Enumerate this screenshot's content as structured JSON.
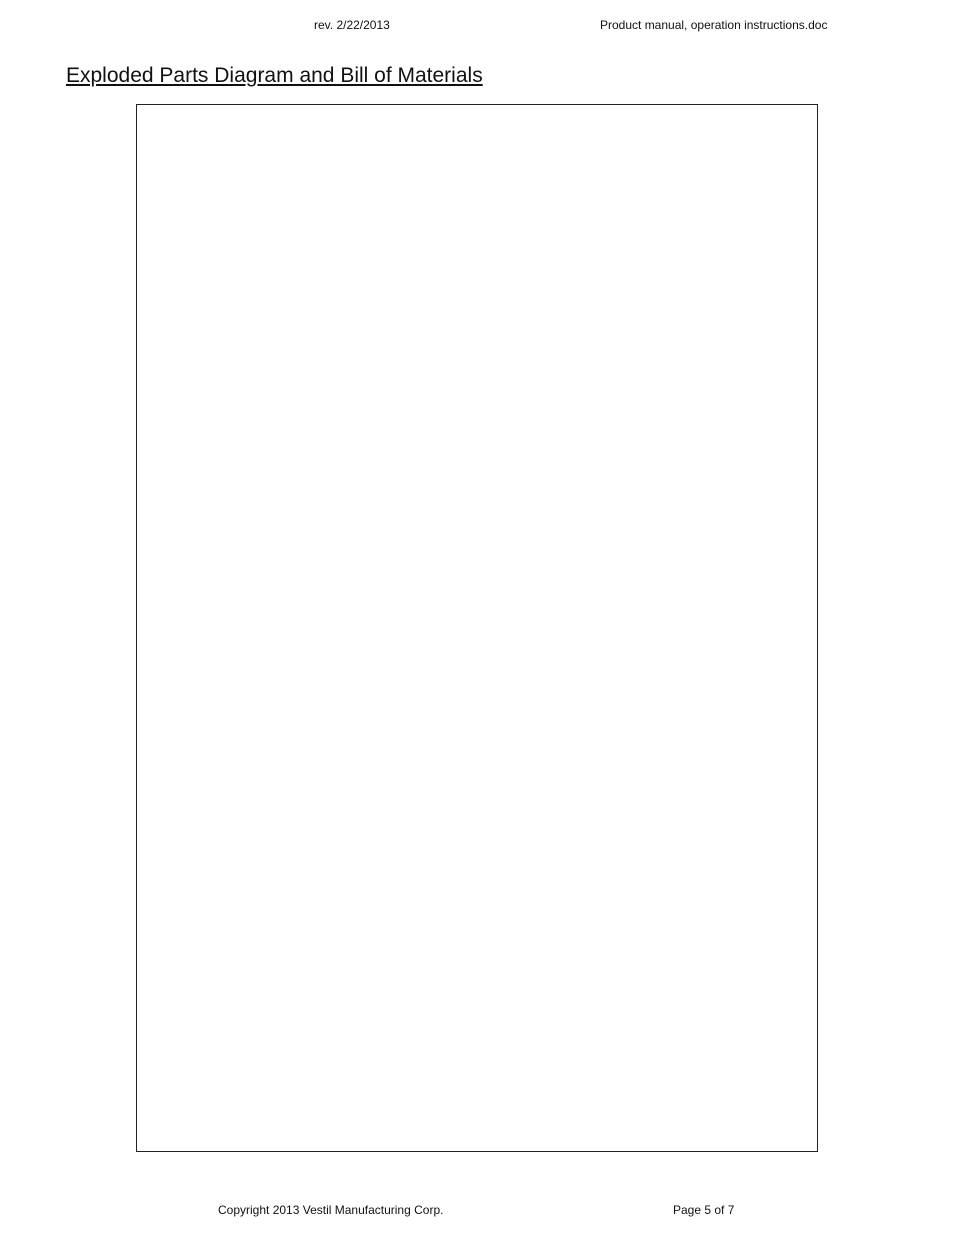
{
  "header": {
    "revision_date": "rev. 2/22/2013",
    "document_name": "Product manual, operation instructions.doc"
  },
  "title": "Exploded Parts Diagram and Bill of Materials",
  "footer": {
    "copyright": "Copyright 2013 Vestil Manufacturing Corp.",
    "page": "Page 5 of 7"
  }
}
